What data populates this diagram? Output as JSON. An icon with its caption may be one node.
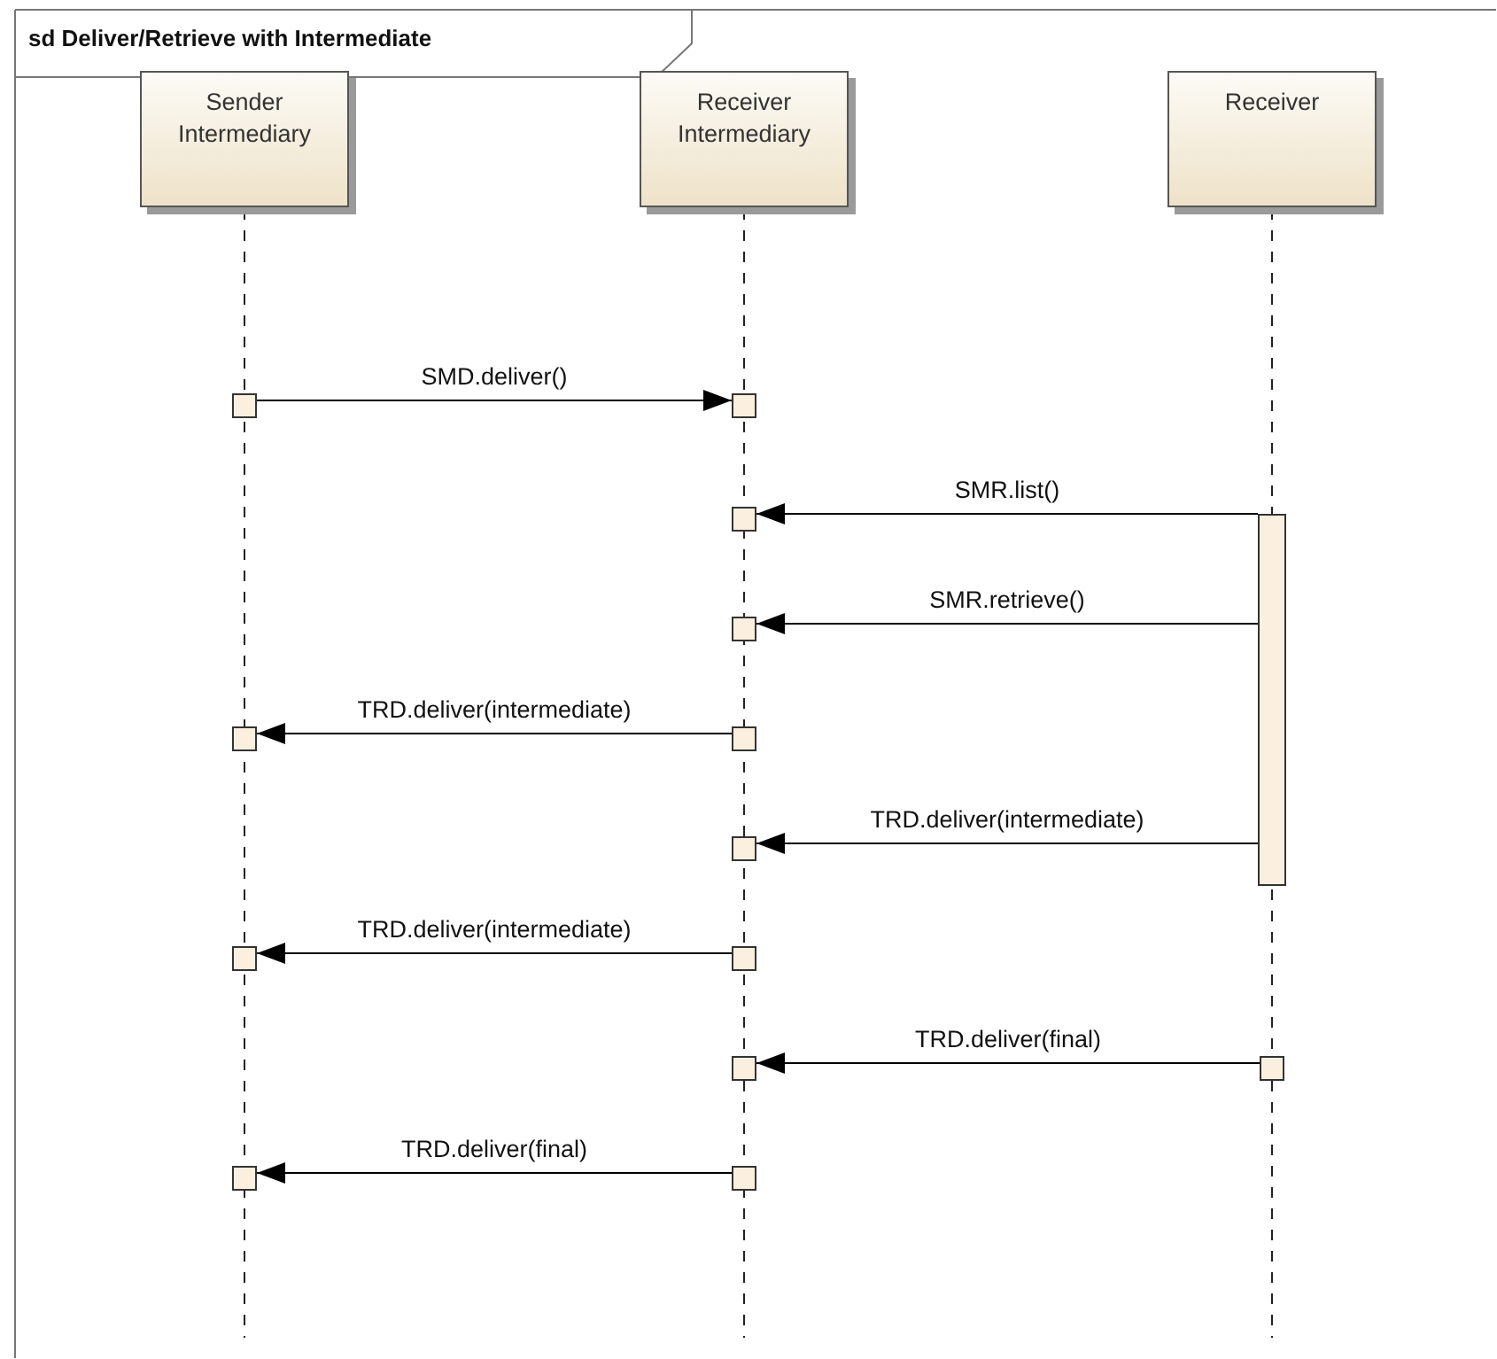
{
  "diagram": {
    "title": "sd Deliver/Retrieve with Intermediate",
    "nodes": [
      {
        "text": [
          "Sender Intermediary"
        ]
      },
      {
        "text": [
          "Receiver Intermediary"
        ]
      },
      {
        "text": [
          "Receiver"
        ]
      },
      {
        "text": [],
        "shape": "box"
      },
      {
        "text": [],
        "shape": "box"
      },
      {
        "text": [],
        "shape": "box"
      },
      {
        "text": [],
        "shape": "bar"
      },
      {
        "text": [],
        "shape": "box"
      },
      {
        "text": [],
        "shape": "box"
      },
      {
        "text": [],
        "shape": "box"
      },
      {
        "text": [],
        "shape": "box"
      },
      {
        "text": [],
        "shape": "box"
      },
      {
        "text": [],
        "shape": "box"
      },
      {
        "text": [],
        "shape": "box"
      },
      {
        "text": [],
        "shape": "box"
      },
      {
        "text": [],
        "shape": "box"
      },
      {
        "text": [],
        "shape": "box"
      }
    ],
    "edges": [
      {
        "from": 3,
        "to": 4,
        "arrow": "to",
        "label": "SMD.deliver()"
      },
      {
        "from": 6,
        "to": 5,
        "arrow": "to",
        "label": "SMR.list()"
      },
      {
        "from": 6,
        "to": 7,
        "arrow": "to",
        "label": "SMR.retrieve()"
      },
      {
        "from": 9,
        "to": 8,
        "arrow": "to",
        "label": "TRD.deliver(intermediate)"
      },
      {
        "from": 6,
        "to": 10,
        "arrow": "to",
        "label": "TRD.deliver(intermediate)"
      },
      {
        "from": 12,
        "to": 11,
        "arrow": "to",
        "label": "TRD.deliver(intermediate)"
      },
      {
        "from": 14,
        "to": 13,
        "arrow": "to",
        "label": "TRD.deliver(final)"
      },
      {
        "from": 16,
        "to": 15,
        "arrow": "to",
        "label": "TRD.deliver(final)"
      }
    ]
  }
}
